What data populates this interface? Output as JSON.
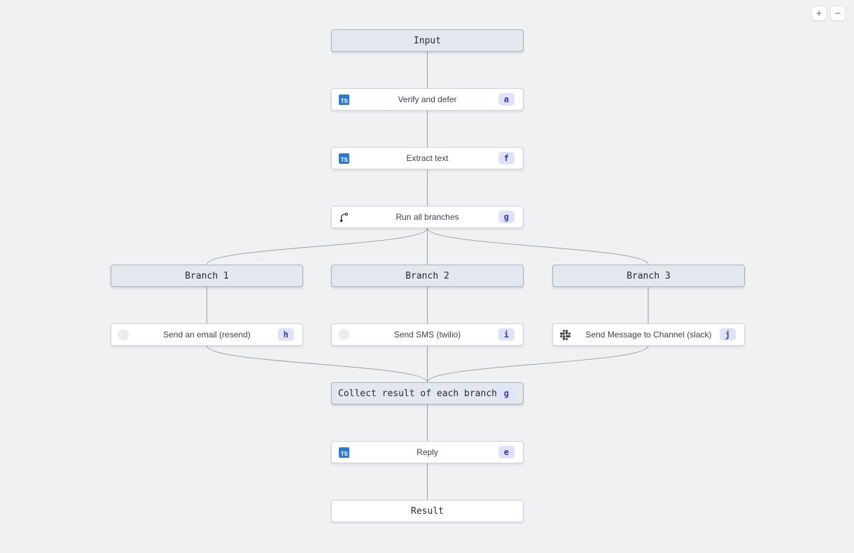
{
  "canvas": {
    "background_color": "#f0f1f3",
    "edge_color": "#98a0a8"
  },
  "zoom_controls": {
    "zoom_in": "+",
    "zoom_out": "−"
  },
  "icons": {
    "typescript_label": "TS"
  },
  "colors": {
    "header_node_bg": "#e3e8ee",
    "header_node_border": "#a7b3c0",
    "task_node_bg": "#ffffff",
    "task_node_border": "#cfd4db",
    "badge_bg": "#dfe3f9",
    "badge_text": "#3a3ba6",
    "typescript_blue": "#3178c6",
    "slack_gray": "#4b4b4b"
  },
  "nodes": {
    "input": {
      "label": "Input"
    },
    "verify_and_defer": {
      "label": "Verify and defer",
      "badge": "a",
      "icon": "typescript-icon"
    },
    "extract_text": {
      "label": "Extract text",
      "badge": "f",
      "icon": "typescript-icon"
    },
    "run_all_branches": {
      "label": "Run all branches",
      "badge": "g",
      "icon": "git-branch-icon"
    },
    "branch_1": {
      "label": "Branch 1"
    },
    "branch_2": {
      "label": "Branch 2"
    },
    "branch_3": {
      "label": "Branch 3"
    },
    "send_email": {
      "label": "Send an email (resend)",
      "badge": "h",
      "icon": "resend-icon"
    },
    "send_sms": {
      "label": "Send SMS (twilio)",
      "badge": "i",
      "icon": "twilio-icon"
    },
    "send_slack": {
      "label": "Send Message to Channel (slack)",
      "badge": "j",
      "icon": "slack-icon"
    },
    "collect_result": {
      "label": "Collect result of each branch",
      "badge": "g"
    },
    "reply": {
      "label": "Reply",
      "badge": "e",
      "icon": "typescript-icon"
    },
    "result": {
      "label": "Result"
    }
  }
}
